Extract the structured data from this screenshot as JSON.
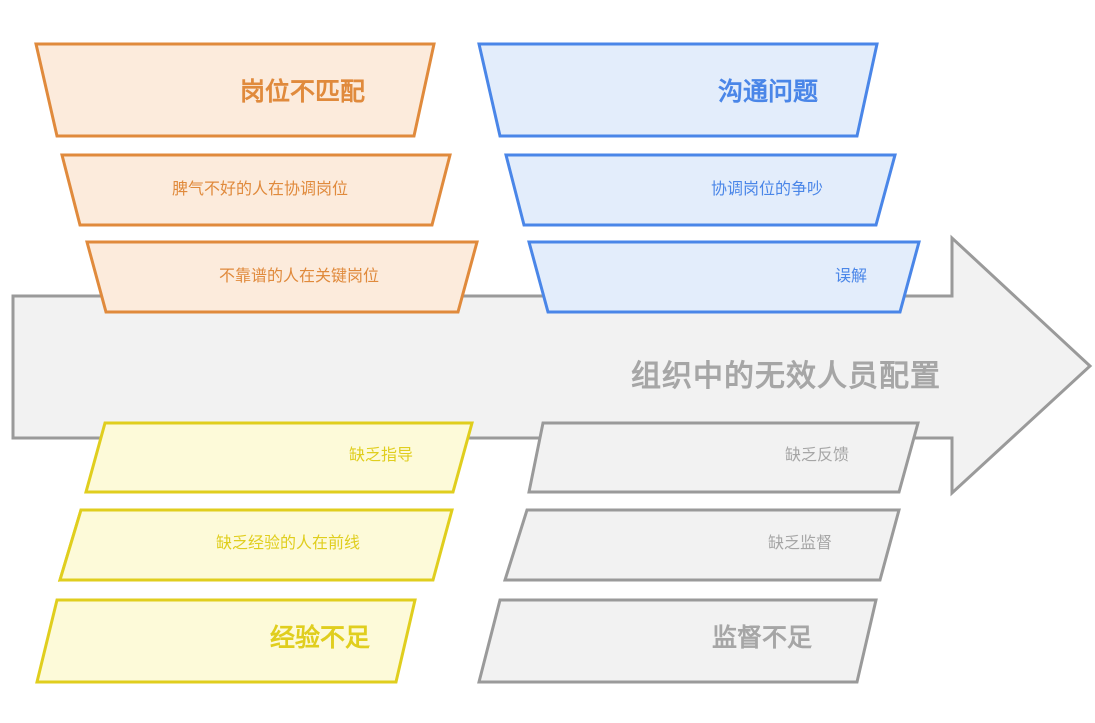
{
  "diagram": {
    "type": "fishbone-arrow-diagram",
    "title": "组织中的无效人员配置",
    "title_color": "#A6A6A6",
    "background": "#FFFFFF",
    "arrow": {
      "name": "main-arrow",
      "fill": "#F2F2F2",
      "stroke": "#9A9A9A",
      "direction": "right"
    },
    "groups": [
      {
        "id": "job-mismatch",
        "position": "top-left",
        "heading": "岗位不匹配",
        "fill": "#FCEBDC",
        "stroke": "#E08A3C",
        "text_color": "#E08A3C",
        "lean": "left",
        "items": [
          "脾气不好的人在协调岗位",
          "不靠谱的人在关键岗位"
        ]
      },
      {
        "id": "communication-problems",
        "position": "top-right",
        "heading": "沟通问题",
        "fill": "#E3EDFB",
        "stroke": "#4A86E8",
        "text_color": "#4A86E8",
        "lean": "left",
        "items": [
          "协调岗位的争吵",
          "误解"
        ]
      },
      {
        "id": "insufficient-experience",
        "position": "bottom-left",
        "heading": "经验不足",
        "fill": "#FDFAD9",
        "stroke": "#E0CE1E",
        "text_color": "#E0CE1E",
        "lean": "right",
        "items": [
          "缺乏指导",
          "缺乏经验的人在前线"
        ]
      },
      {
        "id": "insufficient-supervision",
        "position": "bottom-right",
        "heading": "监督不足",
        "fill": "#F2F2F2",
        "stroke": "#9A9A9A",
        "text_color": "#A6A6A6",
        "lean": "right",
        "items": [
          "缺乏反馈",
          "缺乏监督"
        ]
      }
    ]
  }
}
